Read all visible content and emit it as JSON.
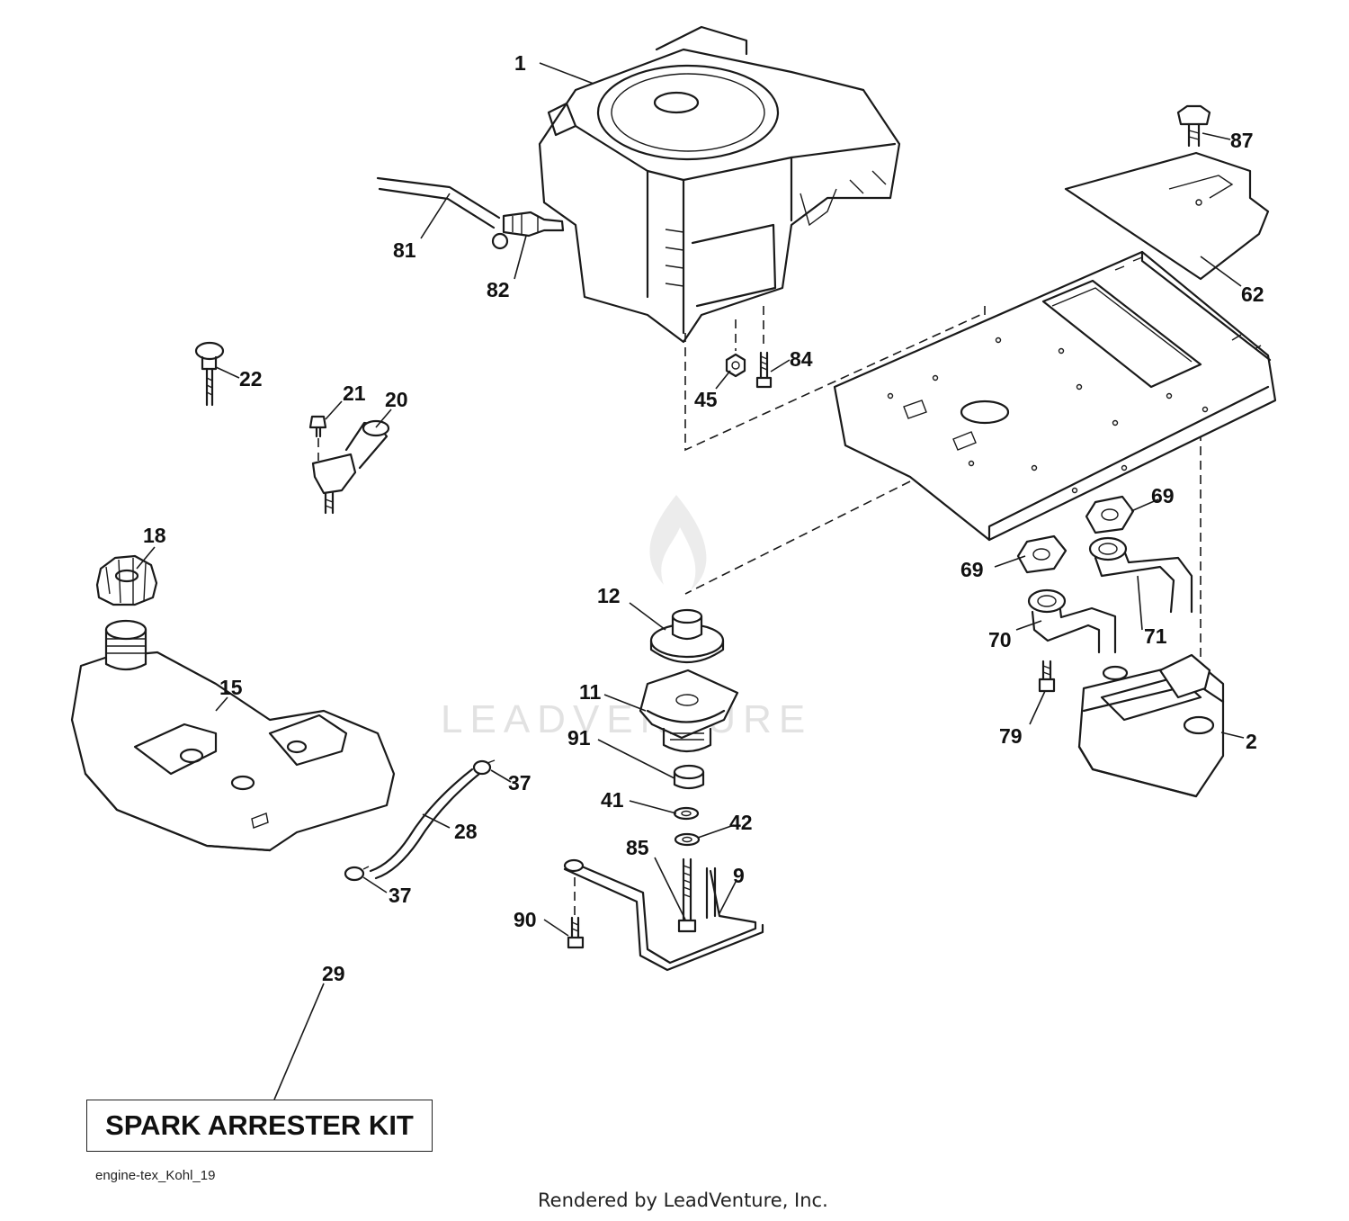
{
  "watermark": {
    "text": "LEADVENTURE",
    "color": "#e2e2e2"
  },
  "callouts": {
    "c1": "1",
    "c2": "2",
    "c9": "9",
    "c11": "11",
    "c12": "12",
    "c15": "15",
    "c18": "18",
    "c20": "20",
    "c21": "21",
    "c22": "22",
    "c28": "28",
    "c29": "29",
    "c37a": "37",
    "c37b": "37",
    "c41": "41",
    "c42": "42",
    "c45": "45",
    "c62": "62",
    "c69a": "69",
    "c69b": "69",
    "c70": "70",
    "c71": "71",
    "c79": "79",
    "c81": "81",
    "c82": "82",
    "c84": "84",
    "c85": "85",
    "c87": "87",
    "c90": "90",
    "c91": "91"
  },
  "kit_label": "SPARK ARRESTER KIT",
  "drawing_code": "engine-tex_Kohl_19",
  "render_credit": "Rendered by LeadVenture, Inc."
}
